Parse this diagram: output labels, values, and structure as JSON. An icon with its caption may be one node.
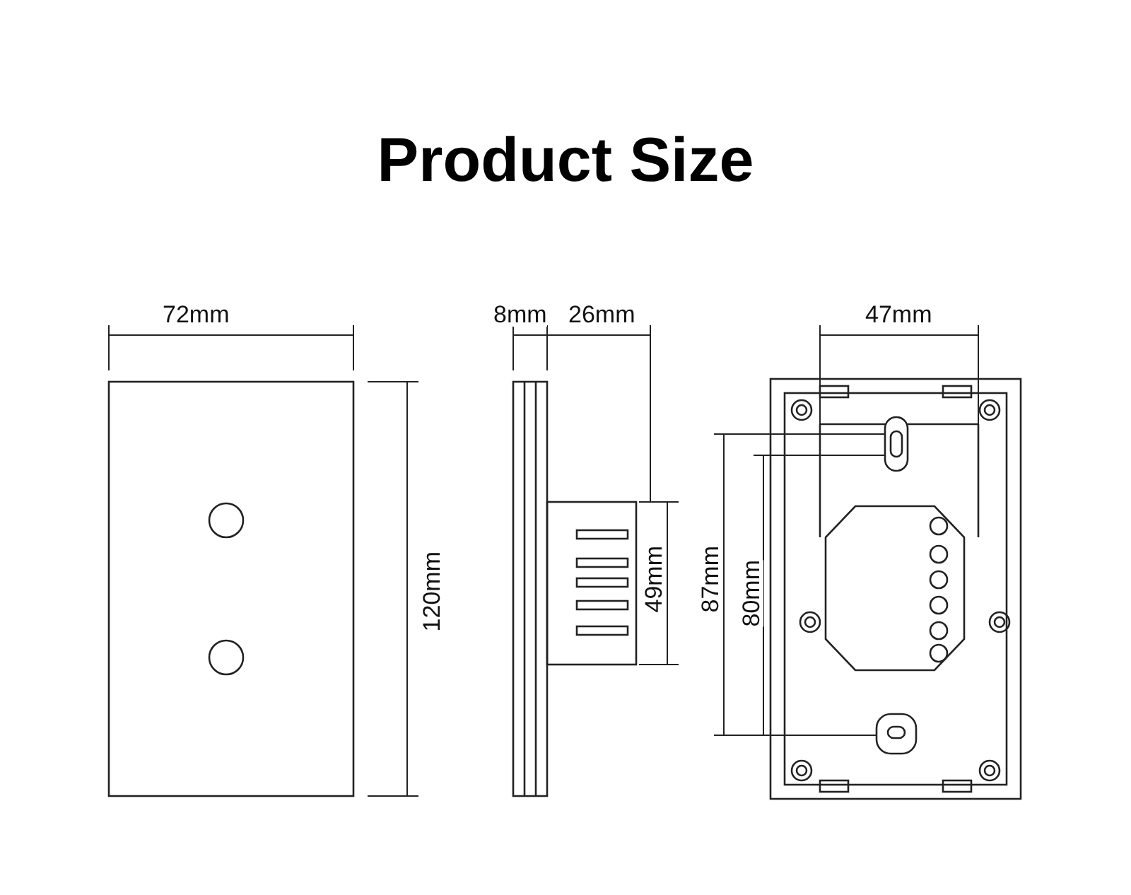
{
  "diagram": {
    "title": "Product Size",
    "labels": [
      "72mm",
      "8mm",
      "26mm",
      "47mm",
      "120mm",
      "49mm",
      "87mm",
      "80mm"
    ]
  }
}
